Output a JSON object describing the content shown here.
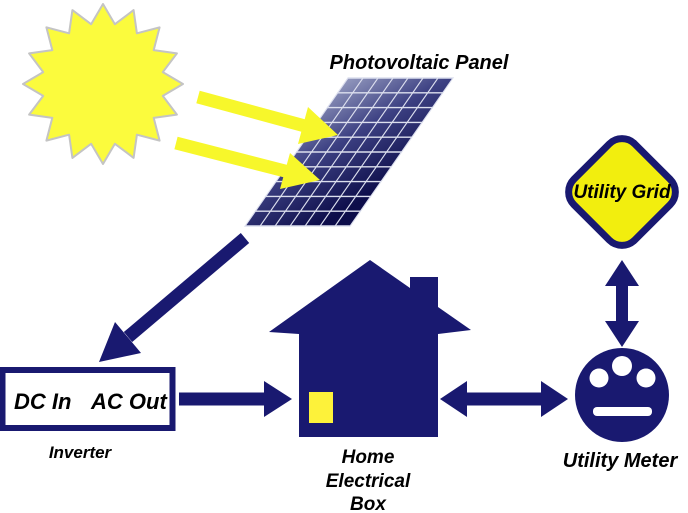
{
  "labels": {
    "panel": "Photovoltaic Panel",
    "dc_in": "DC In",
    "ac_out": "AC Out",
    "inverter": "Inverter",
    "home_line1": "Home",
    "home_line2": "Electrical",
    "home_line3": "Box",
    "utility_grid": "Utility Grid",
    "utility_meter": "Utility Meter"
  },
  "colors": {
    "navy": "#191970",
    "sun_yellow": "#fbfb3d",
    "ray_yellow": "#f7f72b",
    "grid_node_yellow": "#f2ee0e",
    "window_yellow": "#fdf23a",
    "panel_top": "#9298bd",
    "panel_mid": "#3d4183",
    "panel_bottom": "#0d0d4a",
    "panel_grid_line": "#dcdfee",
    "sun_outline": "#c4c4c4",
    "text": "#000000",
    "background": "#ffffff"
  },
  "icons": {
    "sun": "sun-icon",
    "solar_panel": "solar-panel-icon",
    "house": "house-icon",
    "meter": "utility-meter-icon",
    "grid_node": "utility-grid-icon"
  }
}
